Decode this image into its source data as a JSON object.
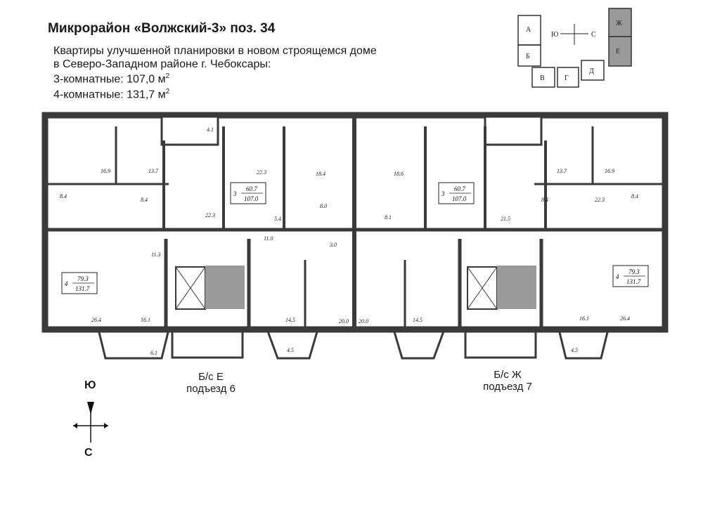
{
  "header": {
    "title": "Микрорайон «Волжский-3» поз. 34",
    "line1": "Квартиры улучшенной планировки в новом строящемся доме",
    "line2": "в Северо-Западном районе г. Чебоксары:",
    "line3_text": "3-комнатные: 107,0 м",
    "line4_text": "4-комнатные: 131,7 м",
    "sup": "2"
  },
  "entrances": [
    {
      "section": "Б/с Е",
      "label": "подъезд 6"
    },
    {
      "section": "Б/с Ж",
      "label": "подъезд 7"
    }
  ],
  "compass_main": {
    "top": "Ю",
    "bottom": "С"
  },
  "key_plan": {
    "sections": [
      "А",
      "Б",
      "В",
      "Г",
      "Д",
      "Е",
      "Ж"
    ],
    "compass_left": "Ю",
    "compass_right": "С"
  },
  "apartment_boxes": [
    {
      "rooms": "4",
      "living": "79.3",
      "total": "131.7"
    },
    {
      "rooms": "3",
      "living": "60.7",
      "total": "107.0"
    },
    {
      "rooms": "3",
      "living": "60.7",
      "total": "107.0"
    },
    {
      "rooms": "4",
      "living": "79.3",
      "total": "131.7"
    }
  ],
  "room_areas": [
    "16.9",
    "13.7",
    "22.3",
    "4.1",
    "22.3",
    "18.4",
    "18.6",
    "13.7",
    "16.9",
    "8.4",
    "8.4",
    "22.3",
    "8.0",
    "8.1",
    "8.4",
    "8.4",
    "5.4",
    "21.5",
    "11.0",
    "3.0",
    "11.3",
    "26.4",
    "16.1",
    "14.5",
    "20.0",
    "20.0",
    "14.5",
    "16.1",
    "26.4",
    "6.1",
    "4.5",
    "4.5"
  ],
  "colors": {
    "wall": "#3a3a3a",
    "text": "#1a1a1a",
    "shade": "#9a9a9a"
  }
}
